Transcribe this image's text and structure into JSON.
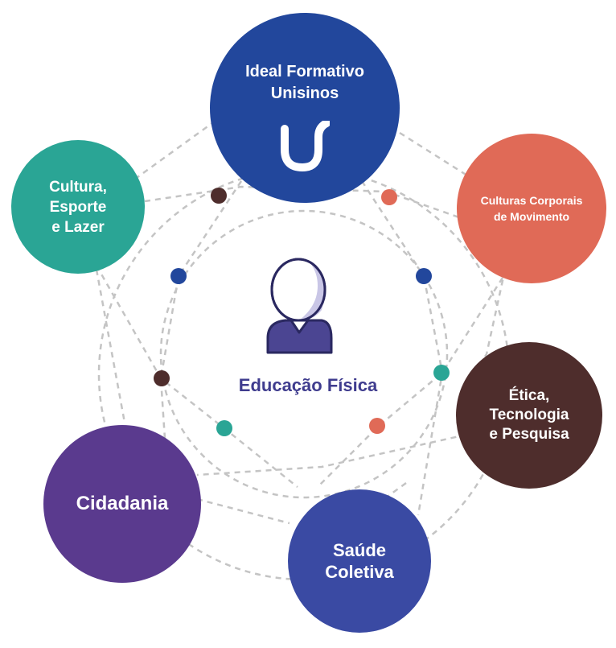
{
  "center": {
    "label": "Educação Física"
  },
  "nodes": {
    "ideal": {
      "label": "Ideal Formativo\nUnisinos",
      "color": "#22479c"
    },
    "culturas_corporais": {
      "label": "Culturas Corporais\nde Movimento",
      "color": "#e06a57"
    },
    "etica": {
      "label": "Ética,\nTecnologia\ne Pesquisa",
      "color": "#4e2d2c"
    },
    "saude": {
      "label": "Saúde\nColetiva",
      "color": "#3a4aa3"
    },
    "cidadania": {
      "label": "Cidadania",
      "color": "#5a3a8e"
    },
    "cultura_esporte": {
      "label": "Cultura,\nEsporte\ne Lazer",
      "color": "#2aa595"
    }
  },
  "colors": {
    "connector_lines": "#c4c4c4",
    "dot_dark_brown": "#4e2d2c",
    "dot_blue": "#22479c",
    "dot_teal": "#2aa595",
    "dot_coral": "#e06a57",
    "person_fill": "#4b4592",
    "person_highlight": "#c9c6e6"
  },
  "icons": {
    "logo": "unisinos-logo-icon",
    "person": "person-icon"
  }
}
